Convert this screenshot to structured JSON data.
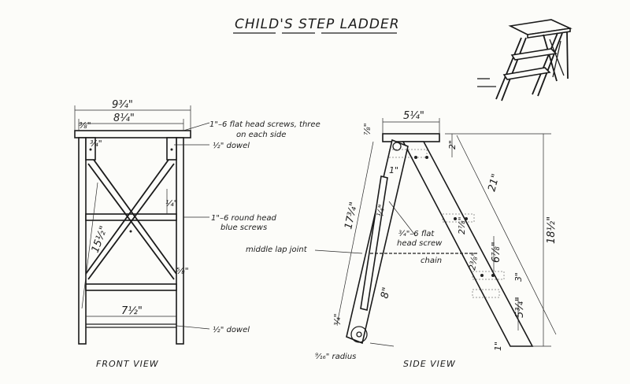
{
  "title": "CHILD'S STEP LADDER",
  "front_view": {
    "caption": "FRONT VIEW",
    "dim_overall_width": "9¾\"",
    "dim_inner_width": "8¼\"",
    "dim_overhang": "⅜\"",
    "dim_dowel_spacing": "7½\"",
    "dim_brace_length": "15½\"",
    "dim_rung_spacing": "¼\"",
    "dim_rung_height": "⅝\"",
    "dim_small": "¾\"",
    "label_flat_screws": "1\"–6 flat head screws, three",
    "label_flat_screws_line2": "on each side",
    "label_top_dowel": "½\" dowel",
    "label_round_screws": "1\"–6 round head",
    "label_round_screws_line2": "blue screws",
    "label_bottom_dowel": "½\" dowel"
  },
  "side_view": {
    "caption": "SIDE VIEW",
    "dim_top": "5¼\"",
    "dim_top_depth": "2\"",
    "dim_leg": "21\"",
    "dim_height": "18½\"",
    "dim_back_leg": "17¾\"",
    "dim_step_gap": "2⅞\"",
    "dim_step_rise": "6⅞\"",
    "dim_step_low": "2⅜\"",
    "dim_step_depth": "5¾\"",
    "dim_side_small": "3\"",
    "dim_eight": "8\"",
    "dim_one": "1\"",
    "dim_frac": "⅞\"",
    "dim_foot": "1\"",
    "dim_quarter": "¼\"",
    "dim_three_quarter": "¾\"",
    "label_screw": "¾\"–6 flat",
    "label_screw_line2": "head screw",
    "label_lap_joint": "middle lap joint",
    "label_chain": "chain",
    "label_radius": "⁹⁄₁₆\" radius"
  }
}
